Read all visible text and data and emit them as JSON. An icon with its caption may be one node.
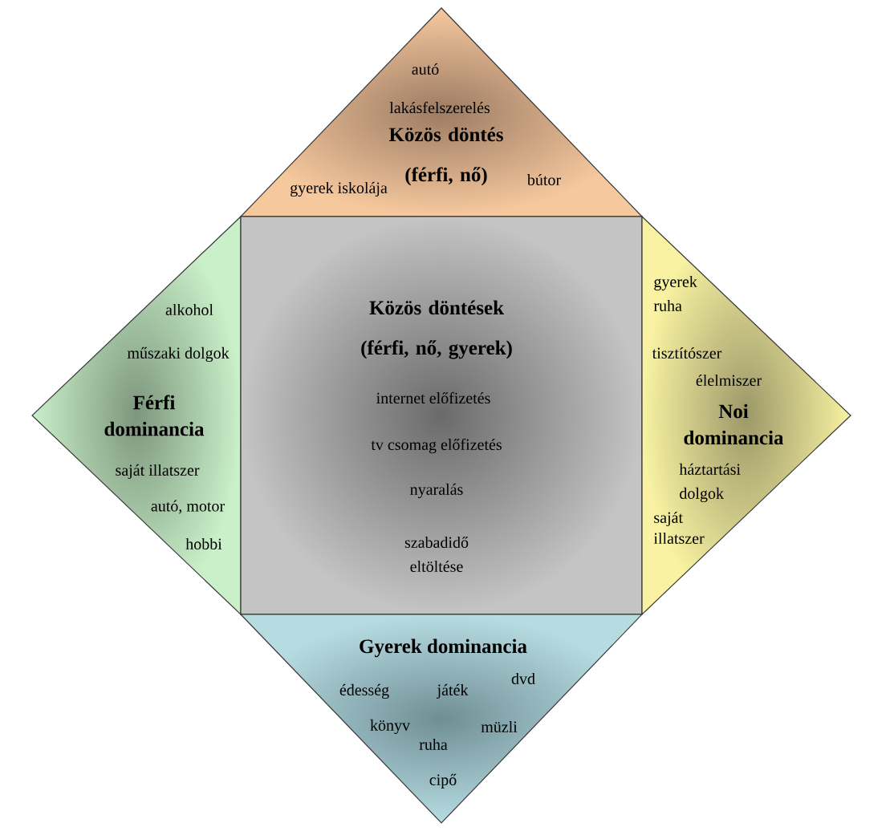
{
  "diagram": {
    "nodes": [
      {
        "text": [
          "autó",
          "lakásfelszerelés",
          "Közös döntés (férfi, nő)",
          "gyerek iskolája",
          "bútor"
        ]
      },
      {
        "text": [
          "alkohol",
          "műszaki dolgok",
          "Férfi dominancia",
          "saját illatszer",
          "autó, motor",
          "hobbi"
        ]
      },
      {
        "text": [
          "Közös döntések (férfi, nő, gyerek)",
          "internet előfizetés",
          "tv csomag előfizetés",
          "nyaralás",
          "szabadidő eltöltése"
        ]
      },
      {
        "text": [
          "gyerek ruha",
          "tisztítószer",
          "élelmiszer",
          "Noi dominancia",
          "háztartási dolgok",
          "saját illatszer"
        ]
      },
      {
        "text": [
          "Gyerek dominancia",
          "édesség",
          "játék",
          "dvd",
          "könyv",
          "ruha",
          "müzli",
          "cipő"
        ]
      }
    ]
  }
}
